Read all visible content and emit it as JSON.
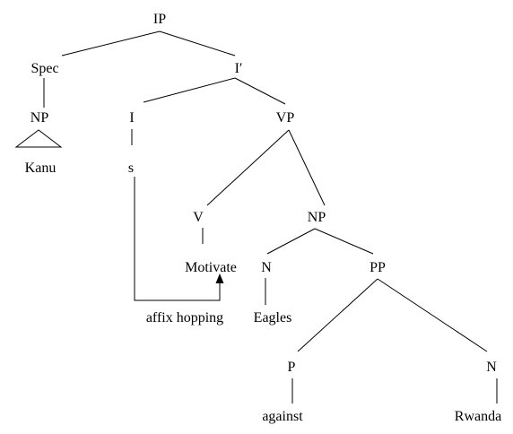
{
  "nodes": {
    "ip": "IP",
    "spec": "Spec",
    "i_bar": "I′",
    "np_subject": "NP",
    "i": "I",
    "vp": "VP",
    "kanu": "Kanu",
    "s": "s",
    "v": "V",
    "np_object": "NP",
    "motivate": "Motivate",
    "n_eagles": "N",
    "pp": "PP",
    "eagles": "Eagles",
    "p": "P",
    "n_rwanda": "N",
    "against": "against",
    "rwanda": "Rwanda"
  },
  "annotations": {
    "affix_hopping": "affix hopping"
  }
}
